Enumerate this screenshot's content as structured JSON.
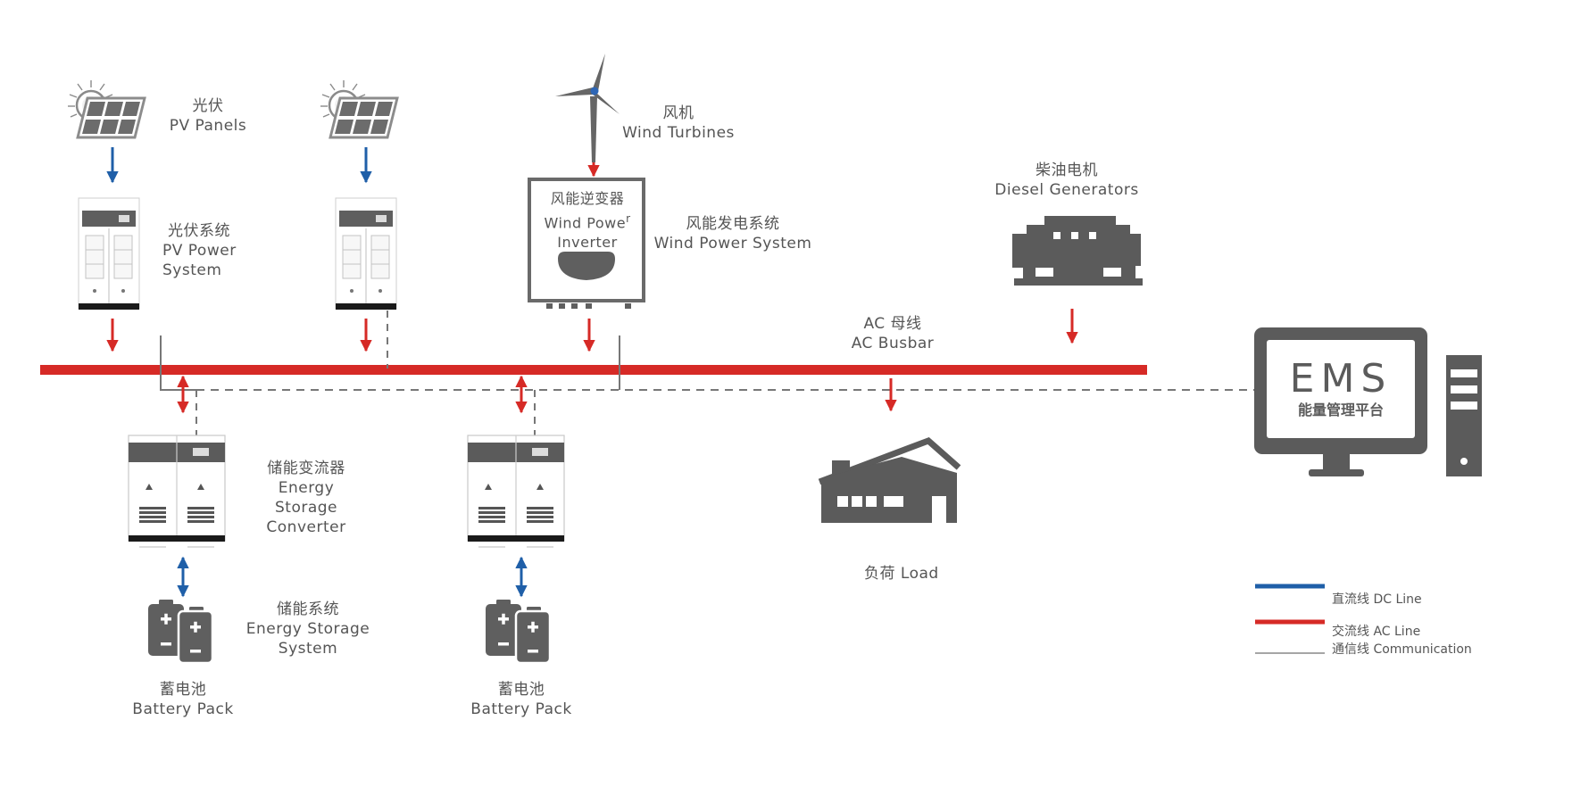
{
  "colors": {
    "ac_line": "#d62a26",
    "dc_line": "#1f5fa8",
    "comm_line": "#777777",
    "equipment": "#5b5b5b",
    "text": "#555555"
  },
  "labels": {
    "pv_panels": {
      "cn": "光伏",
      "en": "PV Panels"
    },
    "pv_system": {
      "cn": "光伏系统",
      "en1": "PV Power",
      "en2": "System"
    },
    "wind_turbines": {
      "cn": "风机",
      "en": "Wind Turbines"
    },
    "wind_inverter": {
      "cn": "风能逆变器",
      "en1": "Wind Powe",
      "en1_tail": "r",
      "en2": "Inverter"
    },
    "wind_system": {
      "cn": "风能发电系统",
      "en": "Wind Power System"
    },
    "diesel": {
      "cn": "柴油电机",
      "en": "Diesel Generators"
    },
    "ac_busbar": {
      "cn": "AC 母线",
      "en": "AC Busbar"
    },
    "ems": {
      "title": "EMS",
      "subtitle": "能量管理平台"
    },
    "pcs": {
      "cn": "储能变流器",
      "en1": "Energy",
      "en2": "Storage",
      "en3": "Converter"
    },
    "ess": {
      "cn": "储能系统",
      "en1": "Energy Storage",
      "en2": "System"
    },
    "battery_1": {
      "cn": "蓄电池",
      "en": "Battery Pack"
    },
    "battery_2": {
      "cn": "蓄电池",
      "en": "Battery Pack"
    },
    "load": {
      "text": "负荷 Load"
    }
  },
  "legend": {
    "dc": "直流线 DC Line",
    "ac": "交流线 AC Line",
    "comm": "通信线 Communication"
  },
  "icons": {
    "pv": "sun-solar-panel-icon",
    "cabinet": "power-cabinet-icon",
    "turbine": "wind-turbine-icon",
    "inverter": "inverter-icon",
    "generator": "diesel-generator-icon",
    "computer": "computer-workstation-icon",
    "battery": "battery-icon",
    "house": "house-icon"
  }
}
